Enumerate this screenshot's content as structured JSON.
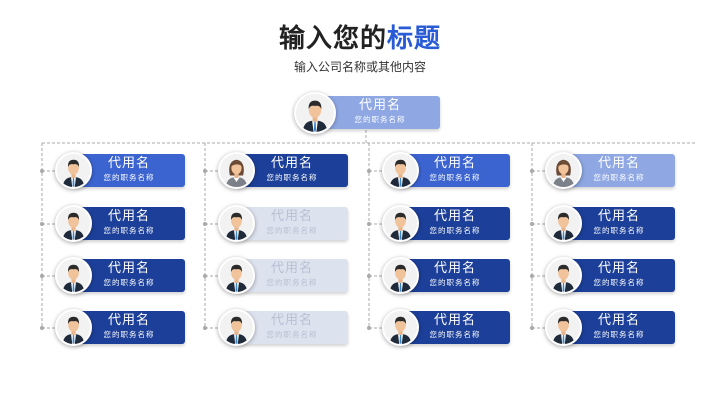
{
  "header": {
    "title_dark": "输入您的",
    "title_accent": "标题",
    "subtitle": "输入公司名称或其他内容"
  },
  "colors": {
    "accent": "#2a5bd7",
    "node_dark": "#1c3f99",
    "node_blue": "#3c64d0",
    "node_light": "#8fa8e4",
    "node_pale": "#dde2ef",
    "connector": "#a9a9a9"
  },
  "root": {
    "name": "代用名",
    "position": "您的职务名称",
    "avatar": "male-avatar-icon"
  },
  "columns": [
    [
      {
        "name": "代用名",
        "position": "您的职务名称",
        "style": "blue",
        "avatar": "male-avatar-icon"
      },
      {
        "name": "代用名",
        "position": "您的职务名称",
        "style": "dark",
        "avatar": "male-avatar-icon"
      },
      {
        "name": "代用名",
        "position": "您的职务名称",
        "style": "dark",
        "avatar": "male-avatar-icon"
      },
      {
        "name": "代用名",
        "position": "您的职务名称",
        "style": "dark",
        "avatar": "male-avatar-icon"
      }
    ],
    [
      {
        "name": "代用名",
        "position": "您的职务名称",
        "style": "dark",
        "avatar": "female-avatar-icon"
      },
      {
        "name": "代用名",
        "position": "您的职务名称",
        "style": "pale",
        "avatar": "male-avatar-icon"
      },
      {
        "name": "代用名",
        "position": "您的职务名称",
        "style": "pale",
        "avatar": "male-avatar-icon"
      },
      {
        "name": "代用名",
        "position": "您的职务名称",
        "style": "pale",
        "avatar": "male-avatar-icon"
      }
    ],
    [
      {
        "name": "代用名",
        "position": "您的职务名称",
        "style": "blue",
        "avatar": "male-avatar-icon"
      },
      {
        "name": "代用名",
        "position": "您的职务名称",
        "style": "dark",
        "avatar": "male-avatar-icon"
      },
      {
        "name": "代用名",
        "position": "您的职务名称",
        "style": "dark",
        "avatar": "male-avatar-icon"
      },
      {
        "name": "代用名",
        "position": "您的职务名称",
        "style": "dark",
        "avatar": "male-avatar-icon"
      }
    ],
    [
      {
        "name": "代用名",
        "position": "您的职务名称",
        "style": "light",
        "avatar": "female-avatar-icon"
      },
      {
        "name": "代用名",
        "position": "您的职务名称",
        "style": "dark",
        "avatar": "male-avatar-icon"
      },
      {
        "name": "代用名",
        "position": "您的职务名称",
        "style": "dark",
        "avatar": "male-avatar-icon"
      },
      {
        "name": "代用名",
        "position": "您的职务名称",
        "style": "dark",
        "avatar": "male-avatar-icon"
      }
    ]
  ]
}
